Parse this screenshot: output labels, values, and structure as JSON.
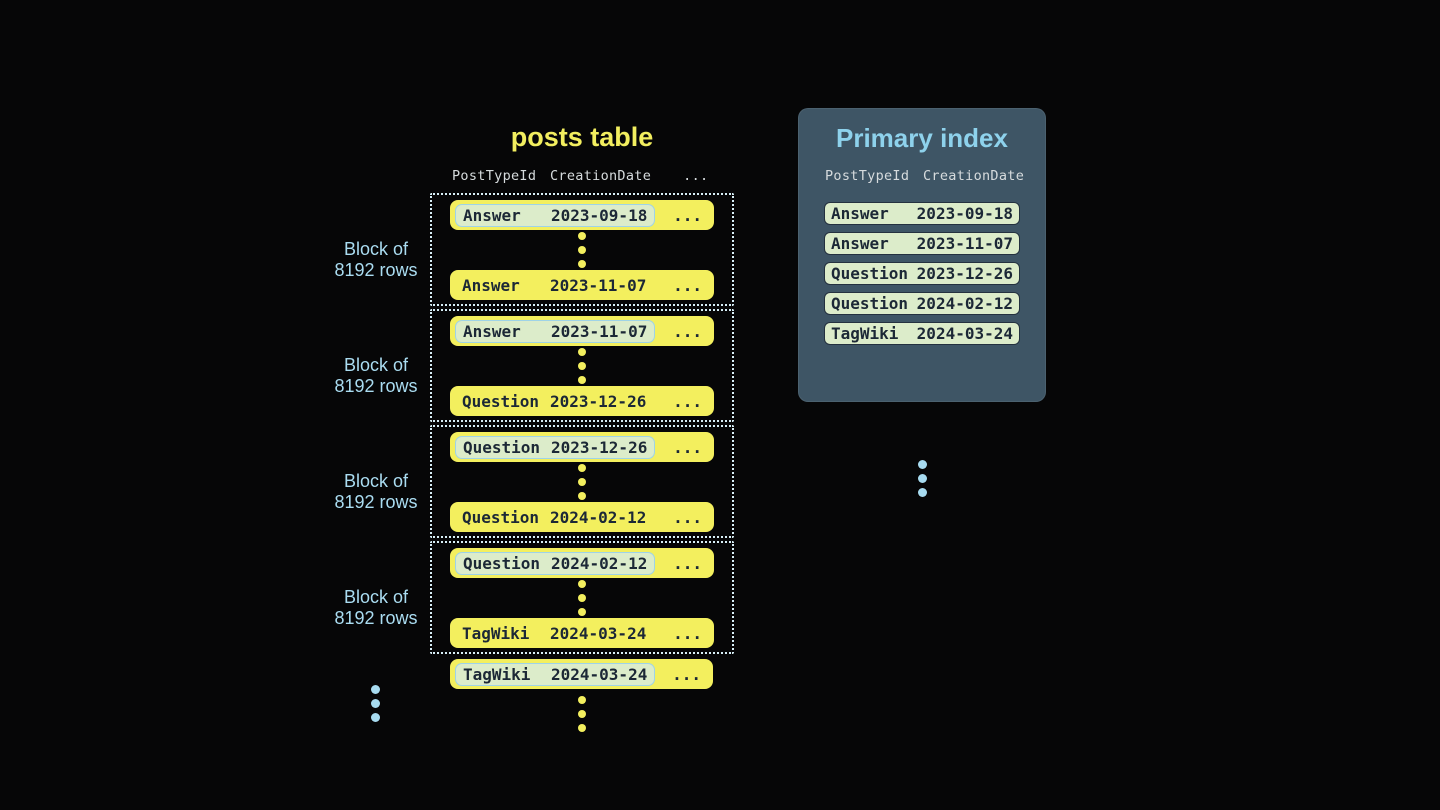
{
  "posts_table": {
    "title": "posts table",
    "headers": {
      "col1": "PostTypeId",
      "col2": "CreationDate",
      "col3": "..."
    },
    "blocks": [
      {
        "label_line1": "Block of",
        "label_line2": "8192 rows",
        "first_row": {
          "type": "Answer",
          "date": "2023-09-18",
          "more": "..."
        },
        "last_row": {
          "type": "Answer",
          "date": "2023-11-07",
          "more": "..."
        }
      },
      {
        "label_line1": "Block of",
        "label_line2": "8192 rows",
        "first_row": {
          "type": "Answer",
          "date": "2023-11-07",
          "more": "..."
        },
        "last_row": {
          "type": "Question",
          "date": "2023-12-26",
          "more": "..."
        }
      },
      {
        "label_line1": "Block of",
        "label_line2": "8192 rows",
        "first_row": {
          "type": "Question",
          "date": "2023-12-26",
          "more": "..."
        },
        "last_row": {
          "type": "Question",
          "date": "2024-02-12",
          "more": "..."
        }
      },
      {
        "label_line1": "Block of",
        "label_line2": "8192 rows",
        "first_row": {
          "type": "Question",
          "date": "2024-02-12",
          "more": "..."
        },
        "last_row": {
          "type": "TagWiki",
          "date": "2024-03-24",
          "more": "..."
        }
      }
    ],
    "overflow_row": {
      "type": "TagWiki",
      "date": "2024-03-24",
      "more": "..."
    }
  },
  "primary_index": {
    "title": "Primary index",
    "headers": {
      "col1": "PostTypeId",
      "col2": "CreationDate"
    },
    "rows": [
      {
        "type": "Answer",
        "date": "2023-09-18"
      },
      {
        "type": "Answer",
        "date": "2023-11-07"
      },
      {
        "type": "Question",
        "date": "2023-12-26"
      },
      {
        "type": "Question",
        "date": "2024-02-12"
      },
      {
        "type": "TagWiki",
        "date": "2024-03-24"
      }
    ]
  },
  "colors": {
    "background": "#060607",
    "row_yellow": "#f3ef5e",
    "highlight_green": "#dcecca",
    "highlight_border_blue": "#9ed3e8",
    "accent_blue": "#aadcf1",
    "panel_background": "#3e5565",
    "panel_title_blue": "#8ed2ec",
    "dark_text": "#1c2836",
    "header_gray": "#d6dbdd",
    "dotted_border": "#d7eef6"
  }
}
